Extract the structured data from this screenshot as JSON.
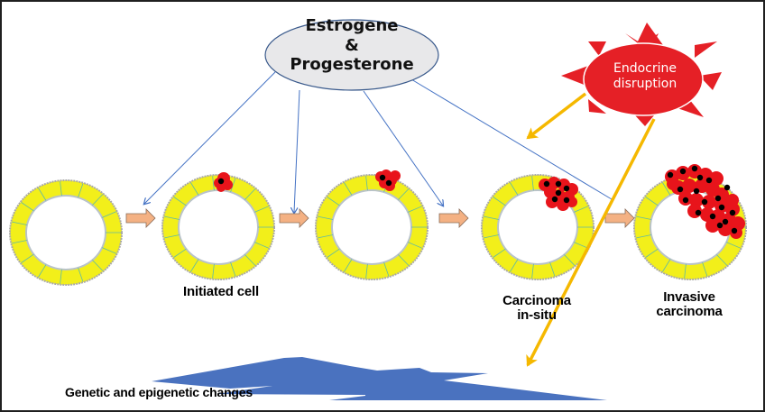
{
  "diagram": {
    "hormone_node": {
      "lines": [
        "Estrogene",
        "&",
        "Progesterone"
      ],
      "fill": "#e8e8ea",
      "stroke": "#3a5a8c"
    },
    "disruptor_node": {
      "lines": [
        "Endocrine",
        "disruption"
      ],
      "fill": "#e52026",
      "text_color": "#ffffff"
    },
    "stages": [
      {
        "id": "normal",
        "label": ""
      },
      {
        "id": "initiated",
        "label": "Initiated cell"
      },
      {
        "id": "promoted",
        "label": ""
      },
      {
        "id": "cis",
        "label_lines": [
          "Carcinoma",
          "in-situ"
        ]
      },
      {
        "id": "invasive",
        "label_lines": [
          "Invasive",
          "carcinoma"
        ]
      }
    ],
    "bottom_label": "Genetic and epigenetic changes",
    "colors": {
      "duct_yellow": "#f2ef1a",
      "duct_edge": "#a9a9a9",
      "tumor_red": "#e8141b",
      "nucleus": "#000000",
      "progress_arrow": "#f4b183",
      "hormone_arrow": "#4472c4",
      "disruption_arrow": "#f5b800",
      "wedge_blue": "#4a72bf"
    }
  }
}
